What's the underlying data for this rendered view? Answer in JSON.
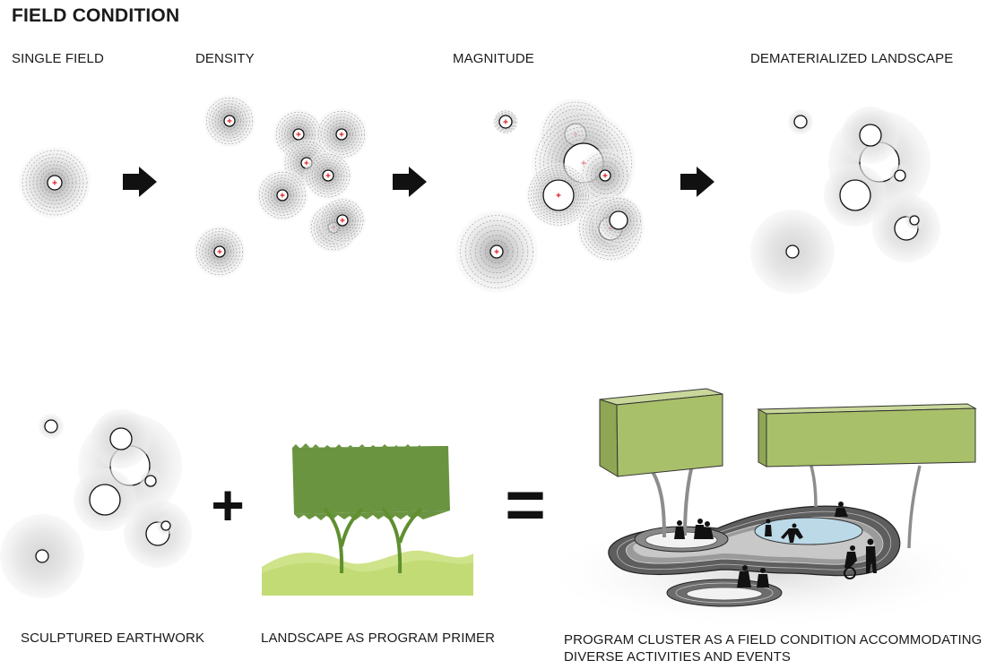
{
  "title": "FIELD CONDITION",
  "labels": {
    "single_field": "SINGLE FIELD",
    "density": "DENSITY",
    "magnitude": "MAGNITUDE",
    "dematerialized": "DEMATERIALIZED LANDSCAPE",
    "earthwork": "SCULPTURED EARTHWORK",
    "primer": "LANDSCAPE AS PROGRAM PRIMER",
    "cluster_line1": "PROGRAM CLUSTER AS A FIELD CONDITION ACCOMMODATING",
    "cluster_line2": "DIVERSE ACTIVITIES AND EVENTS"
  },
  "operators": {
    "plus": "+",
    "equals": "="
  },
  "colors": {
    "canopy": "#a9c06a",
    "tree_green": "#6a9440",
    "ground": "#cfe38a",
    "water": "#bcd9e8",
    "marker": "#e0202a"
  }
}
